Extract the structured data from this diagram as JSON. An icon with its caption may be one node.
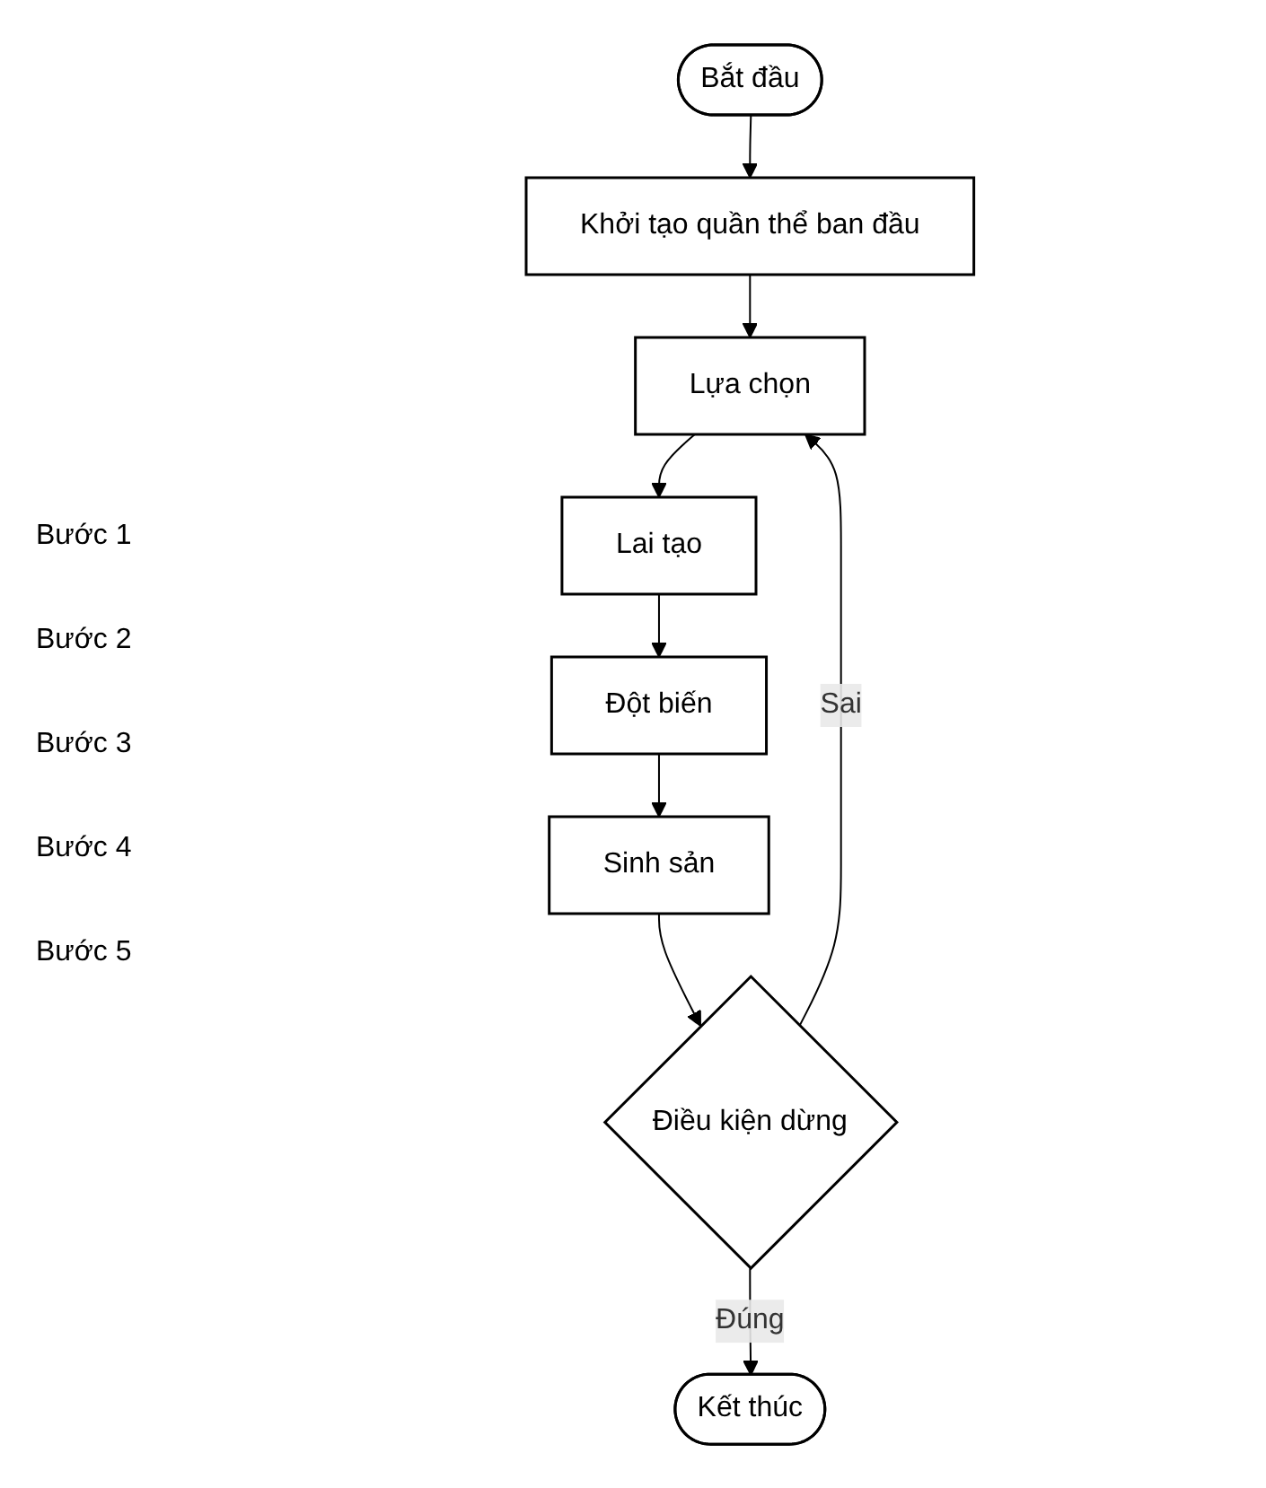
{
  "diagram": {
    "nodes": [
      {
        "text": [
          "Bắt đầu"
        ]
      },
      {
        "text": [
          "Khởi tạo quần thể ban đầu"
        ]
      },
      {
        "text": [
          "Lựa chọn"
        ]
      },
      {
        "text": [
          "Lai tạo"
        ]
      },
      {
        "text": [
          "Đột biến"
        ]
      },
      {
        "text": [
          "Sinh sản"
        ]
      },
      {
        "text": [
          "Điều kiện dừng"
        ]
      },
      {
        "text": [
          "Kết thúc"
        ]
      }
    ],
    "edges": [
      {
        "from": 0,
        "to": 1,
        "arrow": "to"
      },
      {
        "from": 1,
        "to": 2,
        "arrow": "to"
      },
      {
        "from": 2,
        "to": 3,
        "arrow": "to"
      },
      {
        "from": 3,
        "to": 4,
        "arrow": "to"
      },
      {
        "from": 4,
        "to": 5,
        "arrow": "to"
      },
      {
        "from": 5,
        "to": 6,
        "arrow": "to"
      },
      {
        "from": 6,
        "to": 7,
        "arrow": "to",
        "label": "Đúng"
      },
      {
        "from": 6,
        "to": 2,
        "arrow": "to",
        "label": "Sai"
      }
    ],
    "labels": [
      "Bước 1",
      "Bước 2",
      "Bước 3",
      "Bước 4",
      "Bước 5"
    ]
  }
}
